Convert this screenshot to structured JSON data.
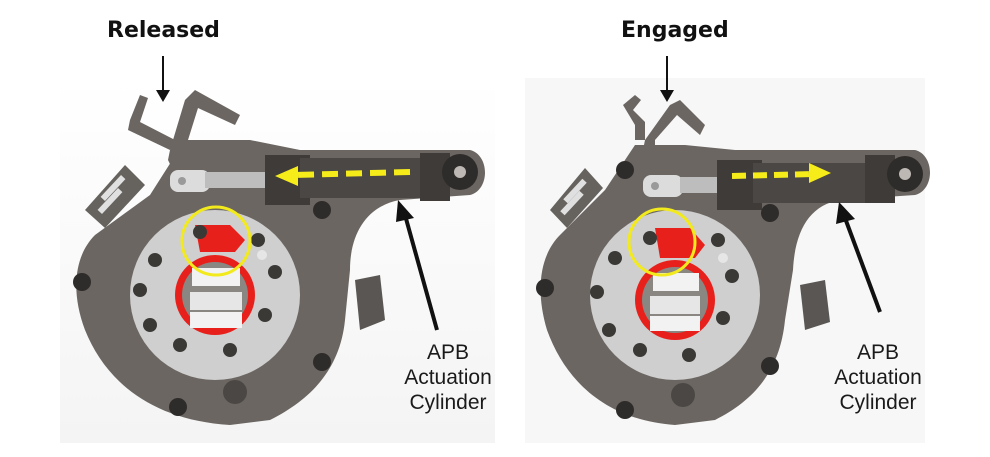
{
  "figure": {
    "panels": [
      {
        "state": "Released",
        "cylinder_label": [
          "APB",
          "Actuation",
          "Cylinder"
        ],
        "arrow_direction": "left"
      },
      {
        "state": "Engaged",
        "cylinder_label": [
          "APB",
          "Actuation",
          "Cylinder"
        ],
        "arrow_direction": "right"
      }
    ],
    "colors": {
      "housing": "#6b6662",
      "cylinder": "#4a4744",
      "flange": "#cfcfcf",
      "gear": "#e8201c",
      "highlight_circle": "#f2ea1d",
      "motion_arrow": "#f5ec1a",
      "pointer_arrow": "#111111"
    }
  }
}
